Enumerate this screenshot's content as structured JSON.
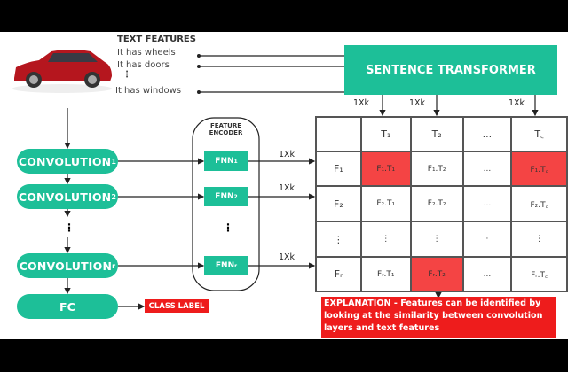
{
  "text_features": {
    "heading": "TEXT FEATURES",
    "items": [
      "It has wheels",
      "It has doors",
      "It has windows"
    ],
    "ellipsis": "⋮"
  },
  "sentence_transformer": "SENTENCE TRANSFORMER",
  "dim_label": "1Xk",
  "convs": [
    {
      "label": "CONVOLUTION",
      "sub": "1"
    },
    {
      "label": "CONVOLUTION",
      "sub": "2"
    },
    {
      "label": "CONVOLUTION",
      "sub": "r"
    }
  ],
  "fc": "FC",
  "class_label": "CLASS LABEL",
  "encoder": {
    "title": "FEATURE ENCODER",
    "fnns": [
      {
        "label": "FNN",
        "sub": "1"
      },
      {
        "label": "FNN",
        "sub": "2"
      },
      {
        "label": "FNN",
        "sub": "r"
      }
    ]
  },
  "ellipsis": "⋮",
  "grid": {
    "rows": [
      [
        "",
        "T₁",
        "T₂",
        "...",
        "T꜀"
      ],
      [
        "F₁",
        "F₁.T₁",
        "F₁.T₂",
        "...",
        "F₁.T꜀"
      ],
      [
        "F₂",
        "F₂.T₁",
        "F₂.T₂",
        "...",
        "F₂.T꜀"
      ],
      [
        "⋮",
        "⋮",
        "⋮",
        "·",
        "⋮"
      ],
      [
        "Fᵣ",
        "Fᵣ.T₁",
        "Fᵣ.T₂",
        "...",
        "Fᵣ.T꜀"
      ]
    ],
    "highlighted": [
      [
        1,
        1
      ],
      [
        1,
        4
      ],
      [
        4,
        2
      ]
    ],
    "highlight_color": "#f44444"
  },
  "explanation": "EXPLANATION - Features can be identified by looking at the similarity between convolution layers and text features",
  "colors": {
    "teal": "#1dbf98",
    "red": "#ee1c1c"
  }
}
